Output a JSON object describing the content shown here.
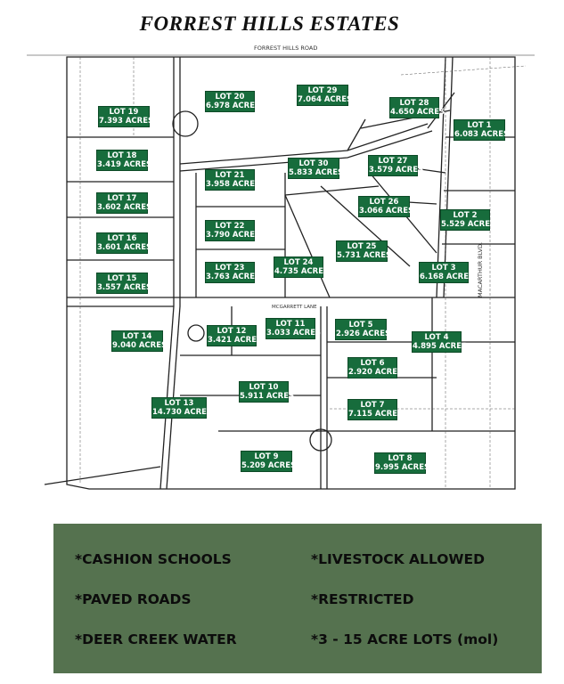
{
  "title": "FORREST HILLS ESTATES",
  "road_labels": {
    "forrest_hills_road": "FORREST HILLS ROAD",
    "macarthur_blvd": "MACARTHUR BLVD.",
    "mcgarrett_lane": "MCGARRETT LANE"
  },
  "lots": [
    {
      "name": "LOT 19",
      "acres": "7.393 ACRES"
    },
    {
      "name": "LOT 20",
      "acres": "6.978 ACRES"
    },
    {
      "name": "LOT 29",
      "acres": "7.064 ACRES"
    },
    {
      "name": "LOT 28",
      "acres": "4.650 ACRES"
    },
    {
      "name": "LOT 1",
      "acres": "6.083 ACRES"
    },
    {
      "name": "LOT 18",
      "acres": "3.419 ACRES"
    },
    {
      "name": "LOT 30",
      "acres": "5.833 ACRES"
    },
    {
      "name": "LOT 27",
      "acres": "3.579 ACRES"
    },
    {
      "name": "LOT 21",
      "acres": "3.958 ACRES"
    },
    {
      "name": "LOT 17",
      "acres": "3.602 ACRES"
    },
    {
      "name": "LOT 26",
      "acres": "3.066 ACRES"
    },
    {
      "name": "LOT 2",
      "acres": "5.529 ACRES"
    },
    {
      "name": "LOT 22",
      "acres": "3.790 ACRES"
    },
    {
      "name": "LOT 16",
      "acres": "3.601 ACRES"
    },
    {
      "name": "LOT 25",
      "acres": "5.731 ACRES"
    },
    {
      "name": "LOT 24",
      "acres": "4.735 ACRES"
    },
    {
      "name": "LOT 23",
      "acres": "3.763 ACRES"
    },
    {
      "name": "LOT 3",
      "acres": "6.168 ACRES"
    },
    {
      "name": "LOT 15",
      "acres": "3.557 ACRES"
    },
    {
      "name": "LOT 11",
      "acres": "3.033 ACRES"
    },
    {
      "name": "LOT 5",
      "acres": "2.926 ACRES"
    },
    {
      "name": "LOT 12",
      "acres": "3.421 ACRES"
    },
    {
      "name": "LOT 14",
      "acres": "9.040 ACRES"
    },
    {
      "name": "LOT 4",
      "acres": "4.895 ACRES"
    },
    {
      "name": "LOT 6",
      "acres": "2.920 ACRES"
    },
    {
      "name": "LOT 10",
      "acres": "5.911 ACRES"
    },
    {
      "name": "LOT 13",
      "acres": "14.730 ACRES"
    },
    {
      "name": "LOT 7",
      "acres": "7.115 ACRES"
    },
    {
      "name": "LOT 8",
      "acres": "9.995 ACRES"
    },
    {
      "name": "LOT 9",
      "acres": "5.209 ACRES"
    }
  ],
  "features": [
    "*CASHION SCHOOLS",
    "*LIVESTOCK ALLOWED",
    "*PAVED ROADS",
    "*RESTRICTED",
    "*DEER CREEK WATER",
    "*3 - 15 ACRE LOTS (mol)"
  ],
  "colors": {
    "lot_label_bg": "#176c3c",
    "features_bg": "#55724f"
  }
}
